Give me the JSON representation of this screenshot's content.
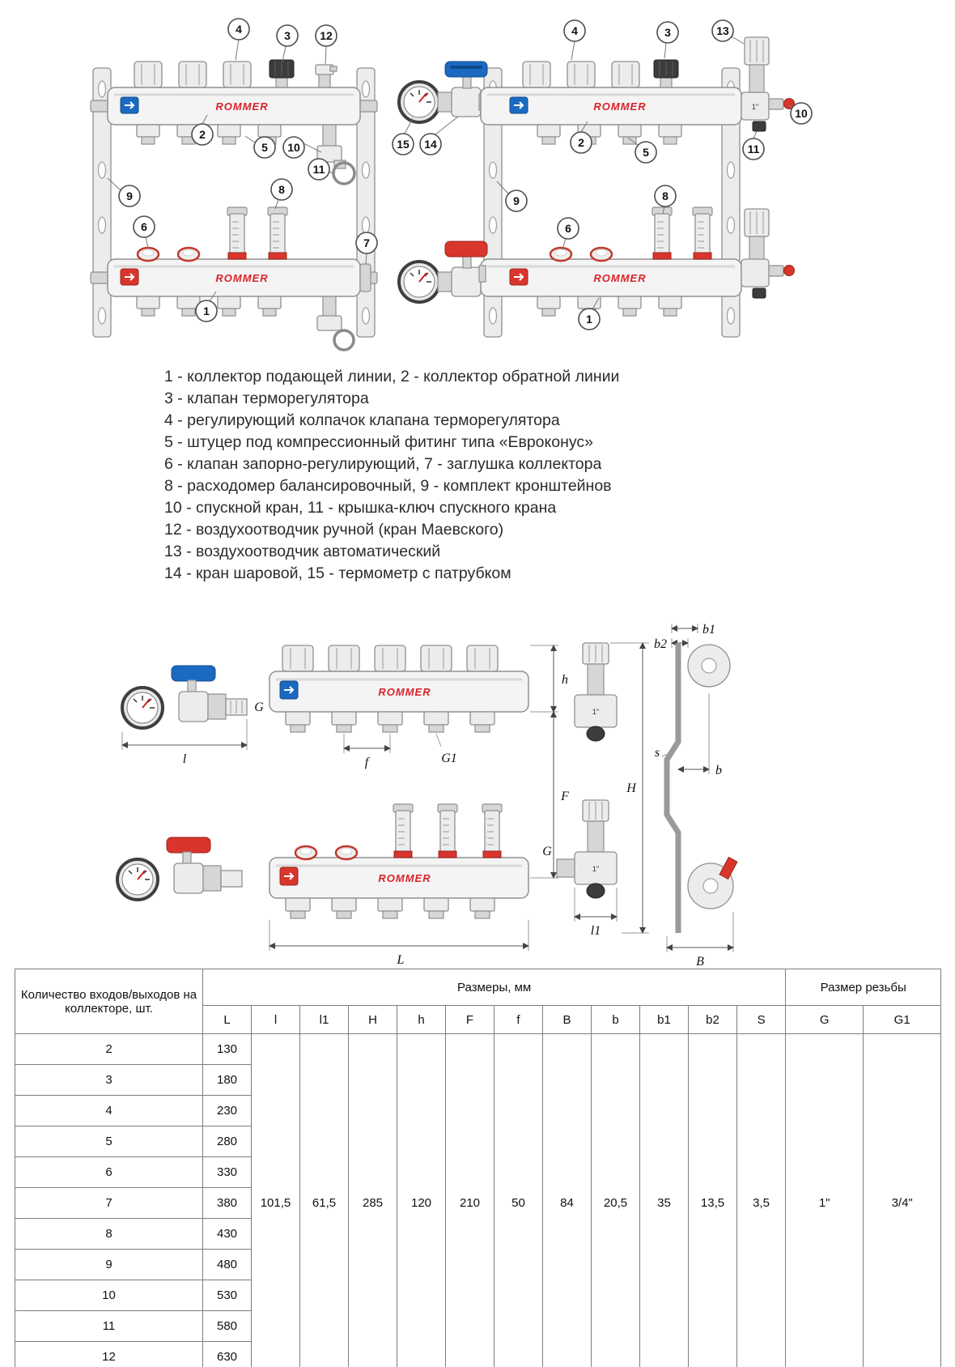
{
  "brand": "ROMMER",
  "legend": {
    "lines": [
      "1 - коллектор подающей линии, 2 - коллектор обратной линии",
      "3 - клапан терморегулятора",
      "4 - регулирующий колпачок клапана терморегулятора",
      "5 - штуцер под компрессионный фитинг типа «Евроконус»",
      "6 - клапан запорно-регулирующий, 7 - заглушка коллектора",
      "8 - расходомер балансировочный, 9 - комплект кронштейнов",
      "10 - спускной кран, 11 - крышка-ключ спускного крана",
      "12 - воздухоотводчик ручной (кран Маевского)",
      "13 - воздухоотводчик автоматический",
      "14 - кран шаровой, 15 - термометр с патрубком"
    ]
  },
  "fig1": {
    "callouts": [
      "4",
      "3",
      "12",
      "2",
      "5",
      "10",
      "11",
      "9",
      "6",
      "8",
      "7",
      "1"
    ]
  },
  "fig2": {
    "callouts": [
      "4",
      "3",
      "13",
      "15",
      "14",
      "2",
      "5",
      "10",
      "11",
      "9",
      "6",
      "8",
      "1"
    ],
    "port_size": "1\""
  },
  "dims": {
    "L": "L",
    "l": "l",
    "l1": "l1",
    "H": "H",
    "h": "h",
    "F": "F",
    "f": "f",
    "B": "B",
    "b": "b",
    "b1": "b1",
    "b2": "b2",
    "s": "s",
    "G": "G",
    "G1": "G1",
    "port_size": "1\""
  },
  "table": {
    "col1_header": "Количество входов/выходов на коллекторе, шт.",
    "sizes_header": "Размеры, мм",
    "thread_header": "Размер резьбы",
    "columns": [
      "L",
      "l",
      "l1",
      "H",
      "h",
      "F",
      "f",
      "B",
      "b",
      "b1",
      "b2",
      "S",
      "G",
      "G1"
    ],
    "rows": [
      {
        "count": "2",
        "L": "130"
      },
      {
        "count": "3",
        "L": "180"
      },
      {
        "count": "4",
        "L": "230"
      },
      {
        "count": "5",
        "L": "280"
      },
      {
        "count": "6",
        "L": "330"
      },
      {
        "count": "7",
        "L": "380"
      },
      {
        "count": "8",
        "L": "430"
      },
      {
        "count": "9",
        "L": "480"
      },
      {
        "count": "10",
        "L": "530"
      },
      {
        "count": "11",
        "L": "580"
      },
      {
        "count": "12",
        "L": "630"
      }
    ],
    "shared": {
      "l": "101,5",
      "l1": "61,5",
      "H": "285",
      "h": "120",
      "F": "210",
      "f": "50",
      "B": "84",
      "b": "20,5",
      "b1": "35",
      "b2": "13,5",
      "S": "3,5",
      "G": "1\"",
      "G1": "3/4\""
    }
  }
}
